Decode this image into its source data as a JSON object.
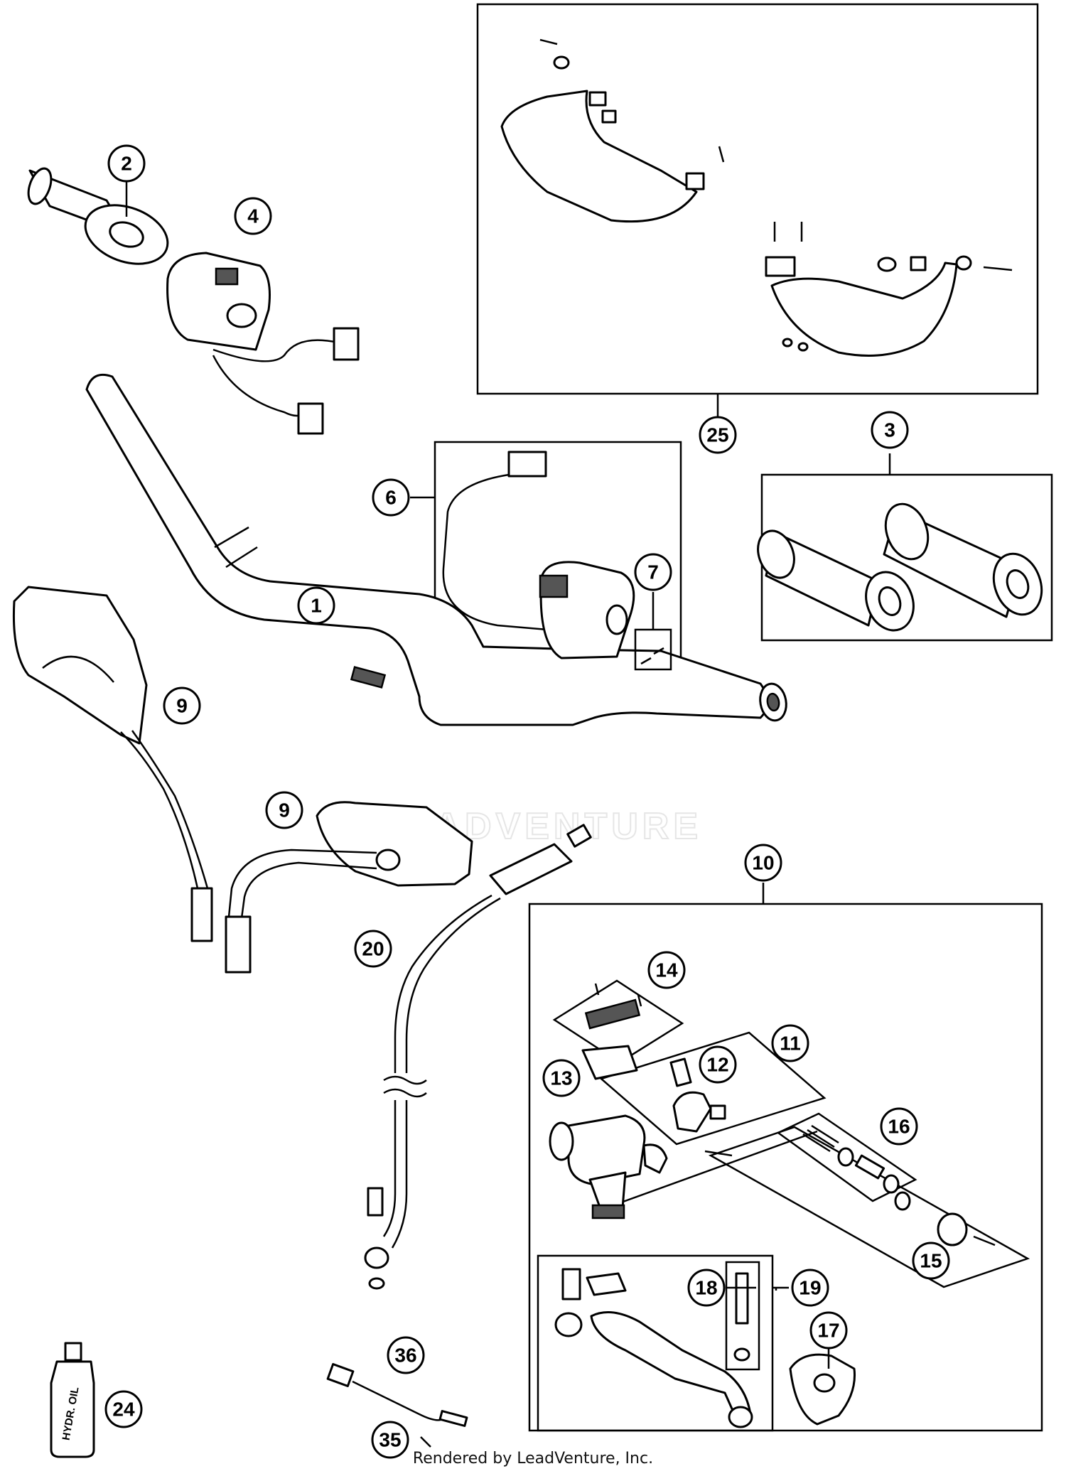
{
  "credit": "Rendered by LeadVenture, Inc.",
  "watermark": "LEADVENTURE",
  "callouts": [
    {
      "id": "c2",
      "label": "2"
    },
    {
      "id": "c4",
      "label": "4"
    },
    {
      "id": "c25",
      "label": "25"
    },
    {
      "id": "c3",
      "label": "3"
    },
    {
      "id": "c6",
      "label": "6"
    },
    {
      "id": "c7",
      "label": "7"
    },
    {
      "id": "c1",
      "label": "1"
    },
    {
      "id": "c9a",
      "label": "9"
    },
    {
      "id": "c9b",
      "label": "9"
    },
    {
      "id": "c10",
      "label": "10"
    },
    {
      "id": "c20",
      "label": "20"
    },
    {
      "id": "c14",
      "label": "14"
    },
    {
      "id": "c11",
      "label": "11"
    },
    {
      "id": "c12",
      "label": "12"
    },
    {
      "id": "c13",
      "label": "13"
    },
    {
      "id": "c16",
      "label": "16"
    },
    {
      "id": "c15",
      "label": "15"
    },
    {
      "id": "c18",
      "label": "18"
    },
    {
      "id": "c19",
      "label": "19"
    },
    {
      "id": "c17",
      "label": "17"
    },
    {
      "id": "c36",
      "label": "36"
    },
    {
      "id": "c24",
      "label": "24"
    },
    {
      "id": "c35",
      "label": "35"
    }
  ],
  "bottle_label": "HYDR. OIL"
}
